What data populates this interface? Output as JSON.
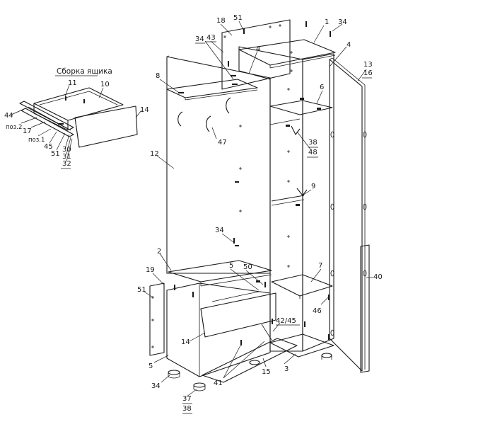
{
  "drawer_title": "Сборка ящика",
  "labels": [
    {
      "key": "l1",
      "text": "1"
    },
    {
      "key": "l34a",
      "text": "34"
    },
    {
      "key": "l18",
      "text": "18"
    },
    {
      "key": "l51a",
      "text": "51"
    },
    {
      "key": "l43",
      "text": "43"
    },
    {
      "key": "l34b",
      "text": "34"
    },
    {
      "key": "l4a",
      "text": "4"
    },
    {
      "key": "l4b",
      "text": "4"
    },
    {
      "key": "l13",
      "text": "13"
    },
    {
      "key": "l16",
      "text": "16"
    },
    {
      "key": "l8",
      "text": "8"
    },
    {
      "key": "l6",
      "text": "6"
    },
    {
      "key": "l47",
      "text": "47"
    },
    {
      "key": "l38a",
      "text": "38"
    },
    {
      "key": "l48",
      "text": "48"
    },
    {
      "key": "l12",
      "text": "12"
    },
    {
      "key": "l9",
      "text": "9"
    },
    {
      "key": "l34c",
      "text": "34"
    },
    {
      "key": "l2",
      "text": "2"
    },
    {
      "key": "l19",
      "text": "19"
    },
    {
      "key": "l5a",
      "text": "5"
    },
    {
      "key": "l50",
      "text": "50"
    },
    {
      "key": "l7",
      "text": "7"
    },
    {
      "key": "l40",
      "text": "40"
    },
    {
      "key": "l51b",
      "text": "51"
    },
    {
      "key": "l46",
      "text": "46"
    },
    {
      "key": "l4245",
      "text": "42/45"
    },
    {
      "key": "l14a",
      "text": "14"
    },
    {
      "key": "l5b",
      "text": "5"
    },
    {
      "key": "l3",
      "text": "3"
    },
    {
      "key": "l15",
      "text": "15"
    },
    {
      "key": "l41",
      "text": "41"
    },
    {
      "key": "l34d",
      "text": "34"
    },
    {
      "key": "l37",
      "text": "37"
    },
    {
      "key": "l38b",
      "text": "38"
    },
    {
      "key": "l11",
      "text": "11"
    },
    {
      "key": "l10",
      "text": "10"
    },
    {
      "key": "l14b",
      "text": "14"
    },
    {
      "key": "l44",
      "text": "44"
    },
    {
      "key": "lpoz2",
      "text": "поз.2"
    },
    {
      "key": "l17",
      "text": "17"
    },
    {
      "key": "lpoz1",
      "text": "поз.1"
    },
    {
      "key": "l45",
      "text": "45"
    },
    {
      "key": "l51c",
      "text": "51"
    },
    {
      "key": "l30",
      "text": "30"
    },
    {
      "key": "l31",
      "text": "31"
    },
    {
      "key": "l32",
      "text": "32"
    }
  ]
}
